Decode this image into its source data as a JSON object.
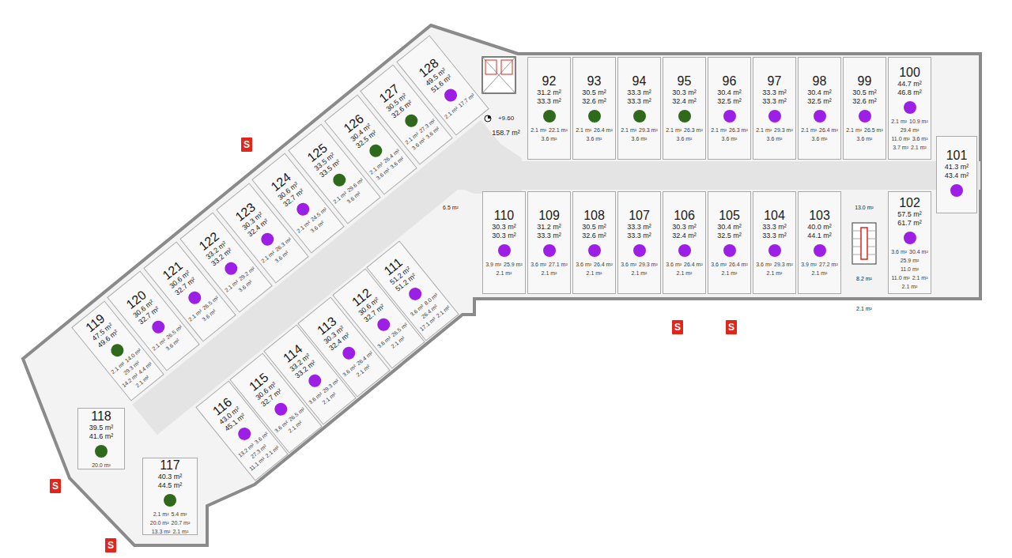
{
  "diagram": {
    "nodes": [
      {
        "text": [
          "92",
          "31.2 m²",
          "33.3 m²"
        ]
      },
      {
        "text": [
          "93",
          "30.5 m²",
          "32.6 m²"
        ]
      },
      {
        "text": [
          "94",
          "33.3 m²",
          "33.3 m²"
        ]
      },
      {
        "text": [
          "95",
          "30.3 m²",
          "32.4 m²"
        ]
      },
      {
        "text": [
          "96",
          "30.4 m²",
          "32.5 m²"
        ]
      },
      {
        "text": [
          "97",
          "33.3 m²",
          "33.3 m²"
        ]
      },
      {
        "text": [
          "98",
          "30.4 m²",
          "32.5 m²"
        ]
      },
      {
        "text": [
          "99",
          "30.5 m²",
          "32.6 m²"
        ]
      },
      {
        "text": [
          "100",
          "44.7 m²",
          "46.8 m²"
        ]
      },
      {
        "text": [
          "101",
          "41.3 m²",
          "43.4 m²"
        ]
      },
      {
        "text": [
          "102",
          "57.5 m²",
          "61.7 m²"
        ]
      },
      {
        "text": [
          "103",
          "40.0 m²",
          "44.1 m²"
        ]
      },
      {
        "text": [
          "104",
          "33.3 m²",
          "33.3 m²"
        ]
      },
      {
        "text": [
          "105",
          "30.4 m²",
          "32.5 m²"
        ]
      },
      {
        "text": [
          "106",
          "30.3 m²",
          "32.4 m²"
        ]
      },
      {
        "text": [
          "107",
          "33.3 m²",
          "33.3 m²"
        ]
      },
      {
        "text": [
          "108",
          "30.5 m²",
          "32.6 m²"
        ]
      },
      {
        "text": [
          "109",
          "31.2 m²",
          "33.3 m²"
        ]
      },
      {
        "text": [
          "110",
          "30.3 m²",
          "30.3 m²"
        ]
      },
      {
        "text": [
          "111",
          "51.2 m²",
          "51.2 m²"
        ]
      },
      {
        "text": [
          "112",
          "30.6 m²",
          "32.7 m²"
        ]
      },
      {
        "text": [
          "113",
          "30.3 m²",
          "32.4 m²"
        ]
      },
      {
        "text": [
          "114",
          "33.2 m²",
          "33.2 m²"
        ]
      },
      {
        "text": [
          "115",
          "30.6 m²",
          "32.7 m²"
        ]
      },
      {
        "text": [
          "116",
          "43.0 m²",
          "45.1 m²"
        ]
      },
      {
        "text": [
          "117",
          "40.3 m²",
          "44.5 m²"
        ]
      },
      {
        "text": [
          "118",
          "39.5 m²",
          "41.6 m²"
        ]
      },
      {
        "text": [
          "119",
          "47.5 m²",
          "49.6 m²"
        ]
      },
      {
        "text": [
          "120",
          "30.6 m²",
          "32.7 m²"
        ]
      },
      {
        "text": [
          "121",
          "30.6 m²",
          "32.7 m²"
        ]
      },
      {
        "text": [
          "122",
          "33.2 m²",
          "33.2 m²"
        ]
      },
      {
        "text": [
          "123",
          "30.3 m²",
          "32.4 m²"
        ]
      },
      {
        "text": [
          "124",
          "30.6 m²",
          "32.7 m²"
        ]
      },
      {
        "text": [
          "125",
          "33.5 m²",
          "33.5 m²"
        ]
      },
      {
        "text": [
          "126",
          "30.4 m²",
          "32.5 m²"
        ]
      },
      {
        "text": [
          "127",
          "30.5 m²",
          "32.6 m²"
        ]
      },
      {
        "text": [
          "128",
          "49.5 m²",
          "51.6 m²"
        ]
      }
    ],
    "labels": [
      "2.1 m²",
      "22.1 m²",
      "3.6 m²",
      "2.1 m²",
      "26.4 m²",
      "3.6 m²",
      "2.1 m²",
      "29.3 m²",
      "3.6 m²",
      "2.1 m²",
      "26.3 m²",
      "3.6 m²",
      "2.1 m²",
      "26.3 m²",
      "3.6 m²",
      "2.1 m²",
      "29.3 m²",
      "3.6 m²",
      "2.1 m²",
      "26.4 m²",
      "3.6 m²",
      "2.1 m²",
      "26.5 m²",
      "3.6 m²",
      "2.1 m²",
      "10.9 m²",
      "29.4 m²",
      "11.0 m²",
      "3.6 m²",
      "3.7 m²",
      "2.1 m²",
      "3.6 m²",
      "30.4 m²",
      "25.9 m²",
      "11.0 m²",
      "11.0 m²",
      "2.1 m²",
      "2.1 m²",
      "3.9 m²",
      "27.2 m²",
      "2.1 m²",
      "3.6 m²",
      "29.3 m²",
      "2.1 m²",
      "3.6 m²",
      "26.4 m²",
      "2.1 m²",
      "3.6 m²",
      "26.4 m²",
      "2.1 m²",
      "3.6 m²",
      "29.3 m²",
      "2.1 m²",
      "3.6 m²",
      "26.4 m²",
      "2.1 m²",
      "3.6 m²",
      "27.1 m²",
      "2.1 m²",
      "3.9 m²",
      "25.9 m²",
      "2.1 m²",
      "3.6 m²",
      "8.0 m²",
      "26.4 m²",
      "17.1 m²",
      "2.1 m²",
      "3.6 m²",
      "26.5 m²",
      "2.1 m²",
      "3.6 m²",
      "26.4 m²",
      "2.1 m²",
      "3.6 m²",
      "29.3 m²",
      "2.1 m²",
      "3.6 m²",
      "26.5 m²",
      "2.1 m²",
      "13.2 m²",
      "3.6 m²",
      "27.3 m²",
      "11.1 m²",
      "2.1 m²",
      "2.1 m²",
      "5.4 m²",
      "20.0 m²",
      "20.7 m²",
      "13.3 m²",
      "2.1 m²",
      "20.0 m²",
      "2.1 m²",
      "14.0 m²",
      "29.3 m²",
      "14.2 m²",
      "4.4 m²",
      "2.1 m²",
      "2.1 m²",
      "26.5 m²",
      "3.6 m²",
      "2.1 m²",
      "26.5 m²",
      "3.6 m²",
      "2.1 m²",
      "29.2 m²",
      "3.6 m²",
      "2.1 m²",
      "26.3 m²",
      "3.6 m²",
      "2.1 m²",
      "24.5 m²",
      "3.6 m²",
      "2.1 m²",
      "29.6 m²",
      "3.6 m²",
      "2.1 m²",
      "26.4 m²",
      "3.6 m²",
      "3.6 m²",
      "2.1 m²",
      "27.3 m²",
      "3.6 m²",
      "3.6 m²",
      "2.1 m²",
      "17.7 m²",
      "+9.60",
      "158.7 m²",
      "6.5 m²",
      "13.0 m²",
      "8.2 m²",
      "2.1 m²",
      "S",
      "S",
      "S",
      "S",
      "S"
    ]
  }
}
